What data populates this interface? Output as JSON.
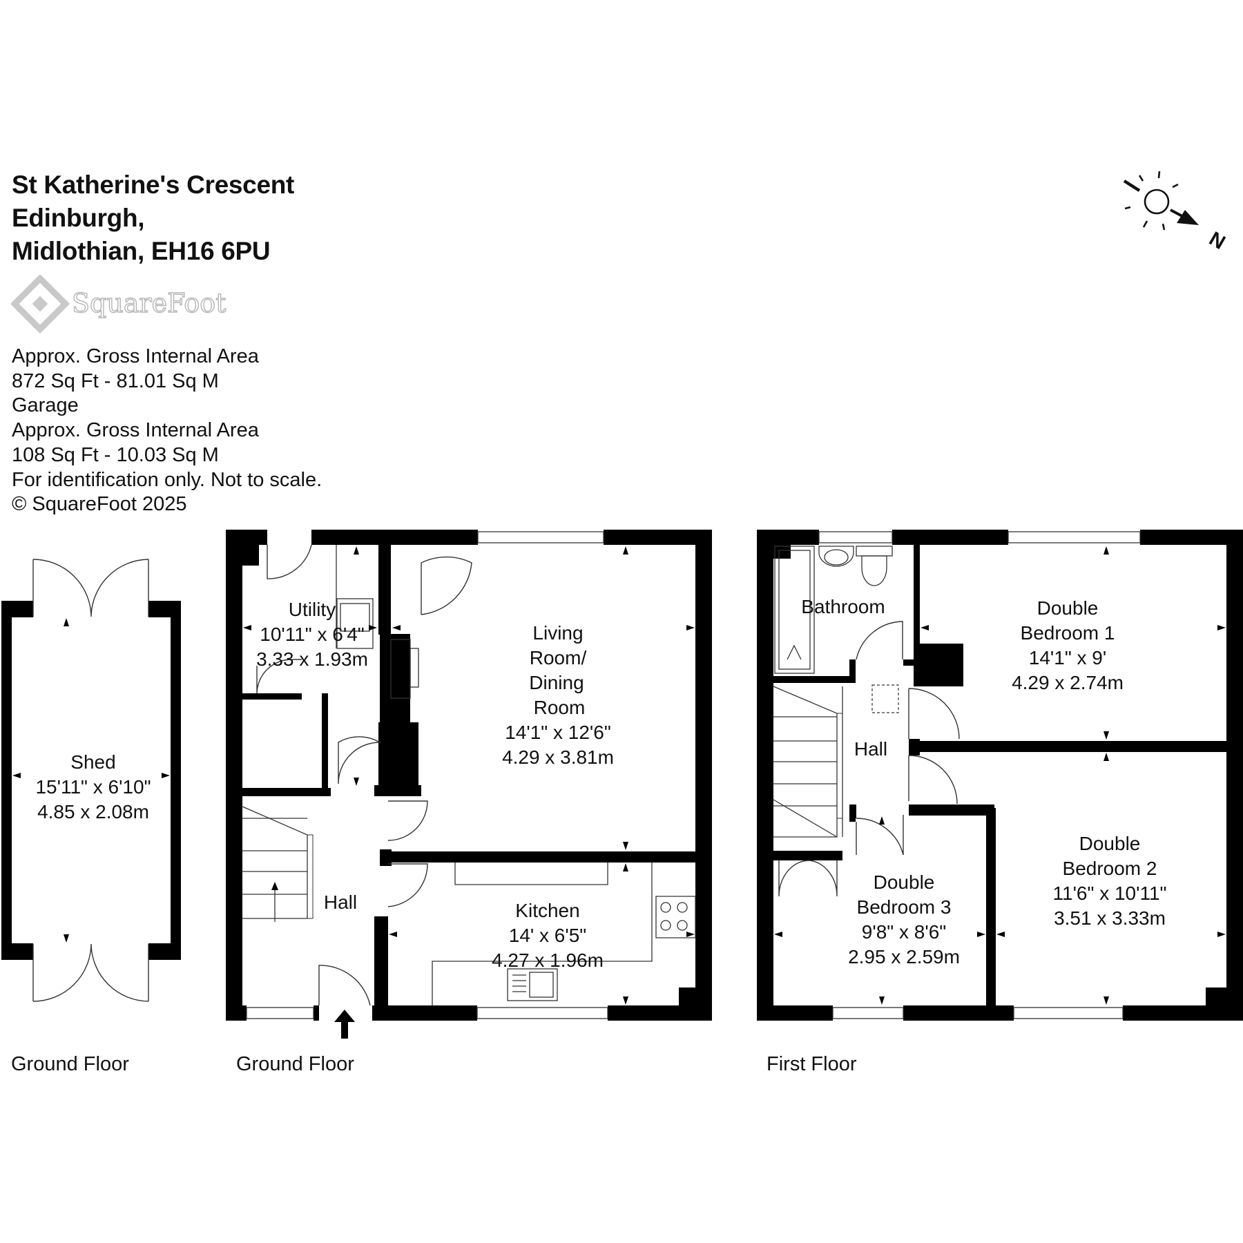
{
  "address": {
    "line1": "St Katherine's Crescent",
    "line2": "Edinburgh,",
    "line3": "Midlothian, EH16 6PU"
  },
  "brand": {
    "logo_text": "SquareFoot"
  },
  "info": [
    "Approx. Gross Internal Area",
    "872 Sq Ft  -  81.01 Sq M",
    "Garage",
    "Approx. Gross Internal Area",
    "108 Sq Ft  -  10.03 Sq M",
    "For identification only. Not to scale.",
    "© SquareFoot 2025"
  ],
  "compass": {
    "north_label": "N"
  },
  "floors": {
    "shed_floor": "Ground Floor",
    "ground": "Ground Floor",
    "first": "First Floor"
  },
  "rooms": {
    "shed": {
      "name": "Shed",
      "imperial": "15'11\" x 6'10\"",
      "metric": "4.85 x 2.08m"
    },
    "utility": {
      "name": "Utility",
      "imperial": "10'11\" x 6'4\"",
      "metric": "3.33 x 1.93m"
    },
    "living": {
      "name1": "Living",
      "name2": "Room/",
      "name3": "Dining",
      "name4": "Room",
      "imperial": "14'1\" x 12'6\"",
      "metric": "4.29 x 3.81m"
    },
    "ground_hall": {
      "name": "Hall"
    },
    "kitchen": {
      "name": "Kitchen",
      "imperial": "14' x 6'5\"",
      "metric": "4.27 x 1.96m"
    },
    "bathroom": {
      "name": "Bathroom"
    },
    "first_hall": {
      "name": "Hall"
    },
    "bedroom1": {
      "name1": "Double",
      "name2": "Bedroom 1",
      "imperial": "14'1\" x 9'",
      "metric": "4.29 x 2.74m"
    },
    "bedroom2": {
      "name1": "Double",
      "name2": "Bedroom 2",
      "imperial": "11'6\" x 10'11\"",
      "metric": "3.51 x 3.33m"
    },
    "bedroom3": {
      "name1": "Double",
      "name2": "Bedroom 3",
      "imperial": "9'8\" x 8'6\"",
      "metric": "2.95 x 2.59m"
    }
  }
}
